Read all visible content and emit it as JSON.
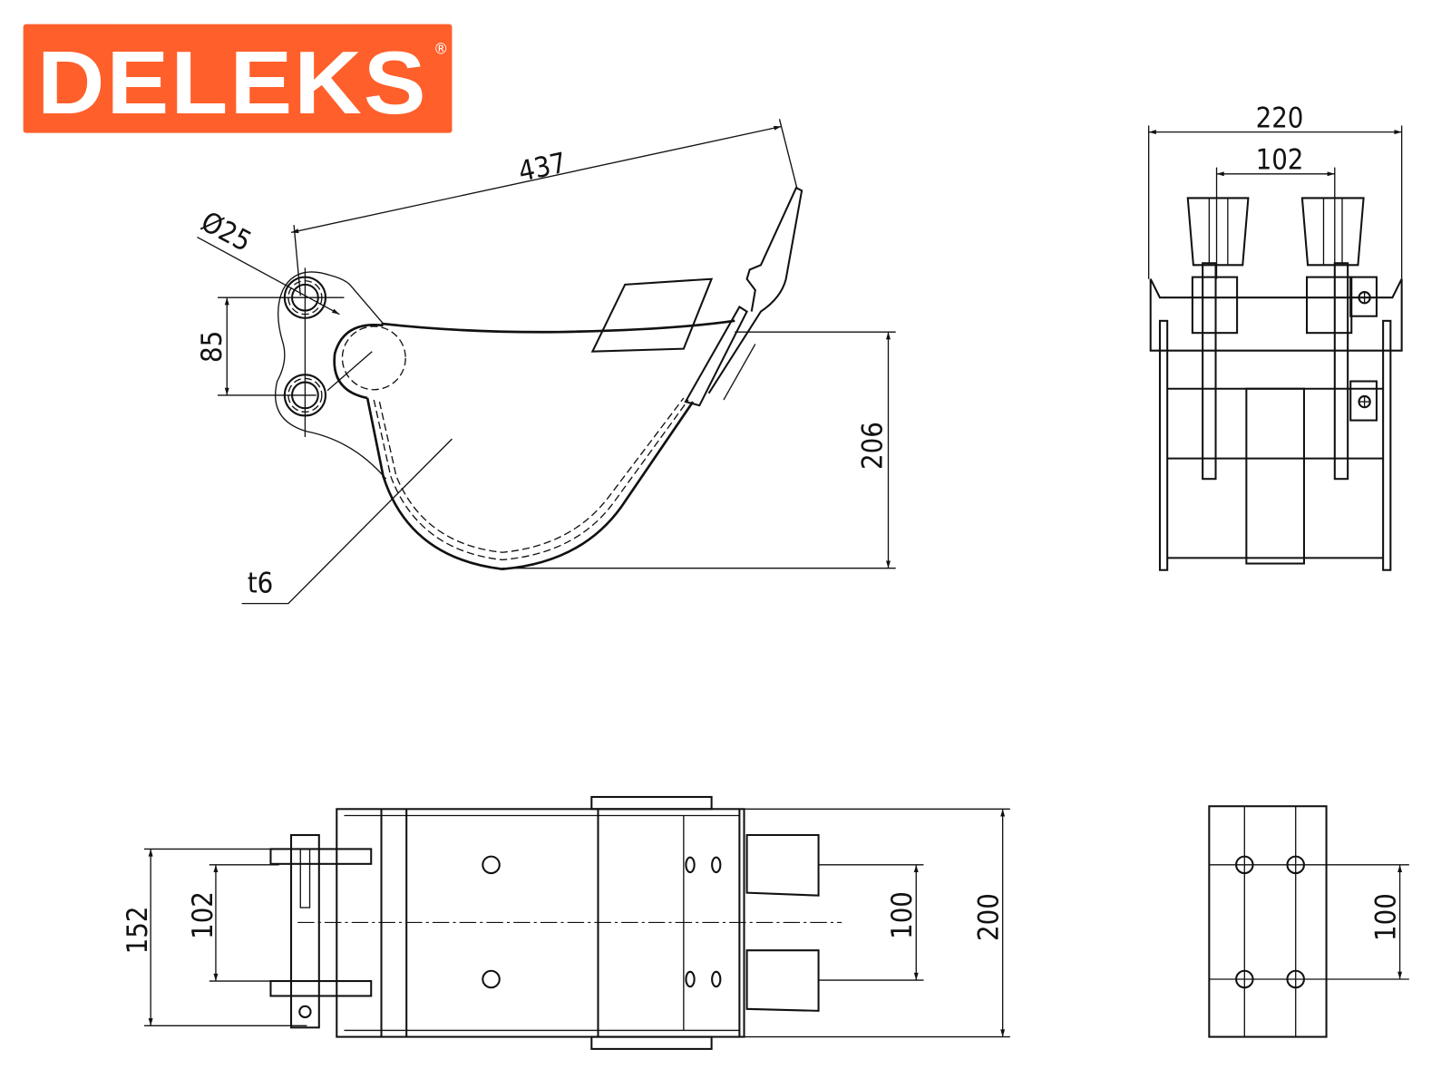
{
  "logo": {
    "brand": "DELEKS",
    "registered_mark": "®",
    "color": "#FF5F2B"
  },
  "side_view": {
    "length": "437",
    "pin_diameter": "Ø25",
    "pin_spacing": "85",
    "height": "206",
    "thickness": "t6"
  },
  "front_view": {
    "total_width": "220",
    "ear_spacing": "102"
  },
  "top_view": {
    "outer_ear_width": "152",
    "inner_ear_spacing": "102",
    "tooth_spacing": "100",
    "width": "200"
  },
  "end_view": {
    "hole_spacing": "100"
  }
}
